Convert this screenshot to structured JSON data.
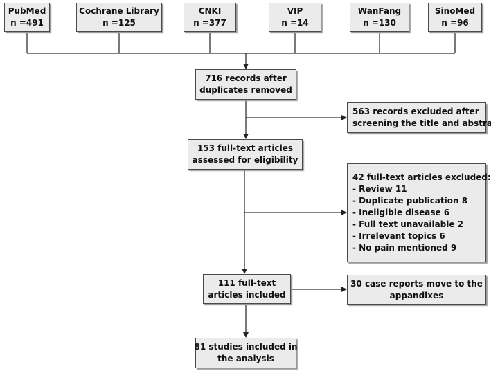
{
  "sources": [
    {
      "name": "PubMed",
      "count": "n =491"
    },
    {
      "name": "Cochrane Library",
      "count": "n =125"
    },
    {
      "name": "CNKI",
      "count": "n =377"
    },
    {
      "name": "VIP",
      "count": "n =14"
    },
    {
      "name": "WanFang",
      "count": "n =130"
    },
    {
      "name": "SinoMed",
      "count": "n =96"
    }
  ],
  "dedup": {
    "lines": [
      "716 records after",
      "duplicates removed"
    ]
  },
  "excluded_screening": {
    "lines": [
      "563 records excluded after",
      "screening the title and abstract"
    ]
  },
  "fulltext": {
    "lines": [
      "153 full-text articles",
      "assessed for eligibility"
    ]
  },
  "excluded_fulltext": {
    "title": "42 full-text articles excluded:",
    "items": [
      "- Review 11",
      "- Duplicate publication 8",
      "- Ineligible disease 6",
      "- Full text unavailable 2",
      "- Irrelevant topics 6",
      "- No pain mentioned 9"
    ]
  },
  "included": {
    "lines": [
      "111 full-text",
      "articles included"
    ]
  },
  "case_reports": {
    "lines": [
      "30 case reports move to the",
      "appandixes"
    ]
  },
  "final": {
    "lines": [
      "81 studies included in",
      "the analysis"
    ]
  }
}
